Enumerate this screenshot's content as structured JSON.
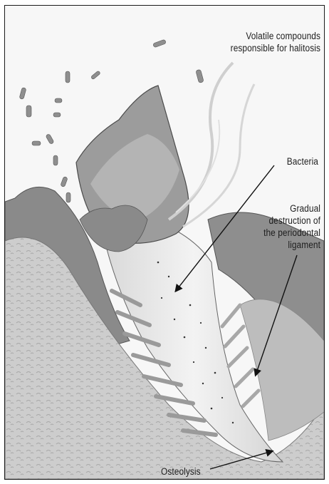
{
  "labels": {
    "volatile": {
      "line1": "Volatile compounds",
      "line2": "responsible for halitosis"
    },
    "bacteria": "Bacteria",
    "gradual": {
      "line1": "Gradual",
      "line2": "destruction of",
      "line3": "the periodontal",
      "line4": "ligament"
    },
    "osteolysis": "Osteolysis"
  },
  "colors": {
    "background": "#f7f7f7",
    "gum": "#8d8d8d",
    "bone": "#c9c9c9",
    "root": "#ececec",
    "crown": "#9a9a9a",
    "ink": "#1e1e1e"
  }
}
